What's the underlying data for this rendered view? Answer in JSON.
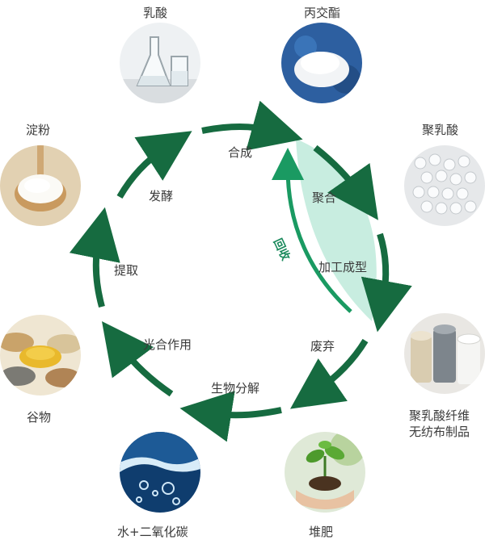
{
  "nodes": {
    "lactic_acid": "乳酸",
    "lactide": "丙交酯",
    "pla": "聚乳酸",
    "pla_products_line1": "聚乳酸纤维",
    "pla_products_line2": "无纺布制品",
    "compost": "堆肥",
    "water_co2": "水+二氧化碳",
    "grain": "谷物",
    "starch": "淀粉"
  },
  "steps": {
    "synthesis": "合成",
    "polymerization": "聚合",
    "processing": "加工成型",
    "recycle": "回收",
    "discard": "废弃",
    "biodegradation": "生物分解",
    "photosynthesis": "光合作用",
    "extraction": "提取",
    "fermentation": "发酵"
  },
  "colors": {
    "arrow": "#166b40",
    "recycle_arrow": "#1a9a62",
    "lens_fill": "#c8ede0",
    "text": "#3a3a3a"
  }
}
